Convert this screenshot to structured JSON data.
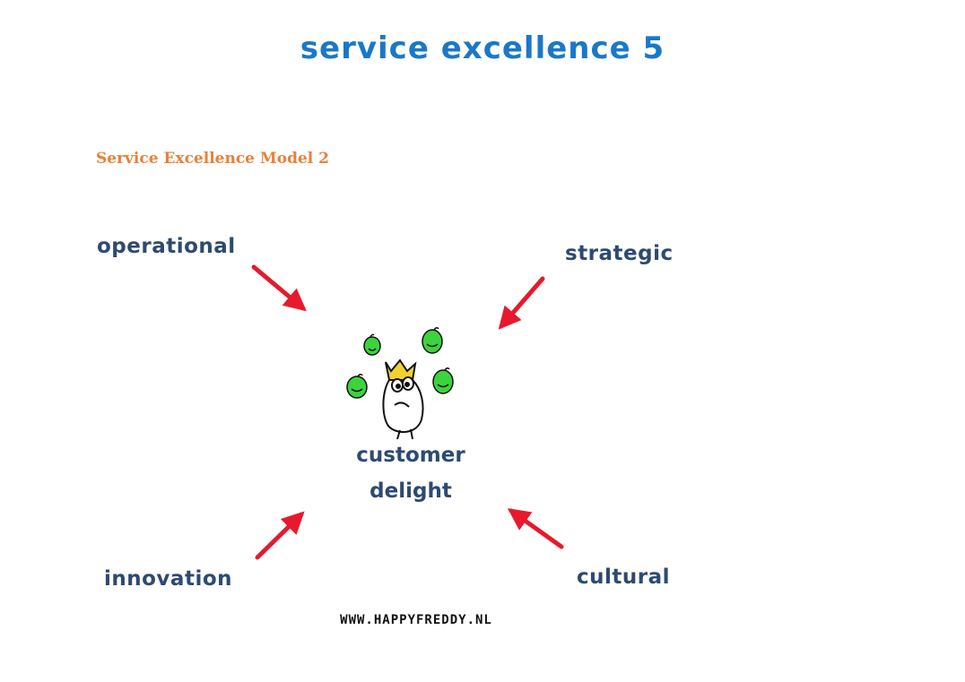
{
  "title": "Service Excellence 5",
  "subtitle": "Service Excellence Model 2",
  "center": {
    "line1": "customer",
    "line2": "delight"
  },
  "inputs": {
    "operational": "operational",
    "strategic": "strategic",
    "innovation": "innovation",
    "cultural": "cultural"
  },
  "footer": "WWW.HAPPYFREDDY.NL",
  "colors": {
    "title": "#1a78c8",
    "subtitle": "#e8813a",
    "labels": "#2d4a70",
    "arrows": "#e8192c",
    "faces": "#3cd43c"
  }
}
